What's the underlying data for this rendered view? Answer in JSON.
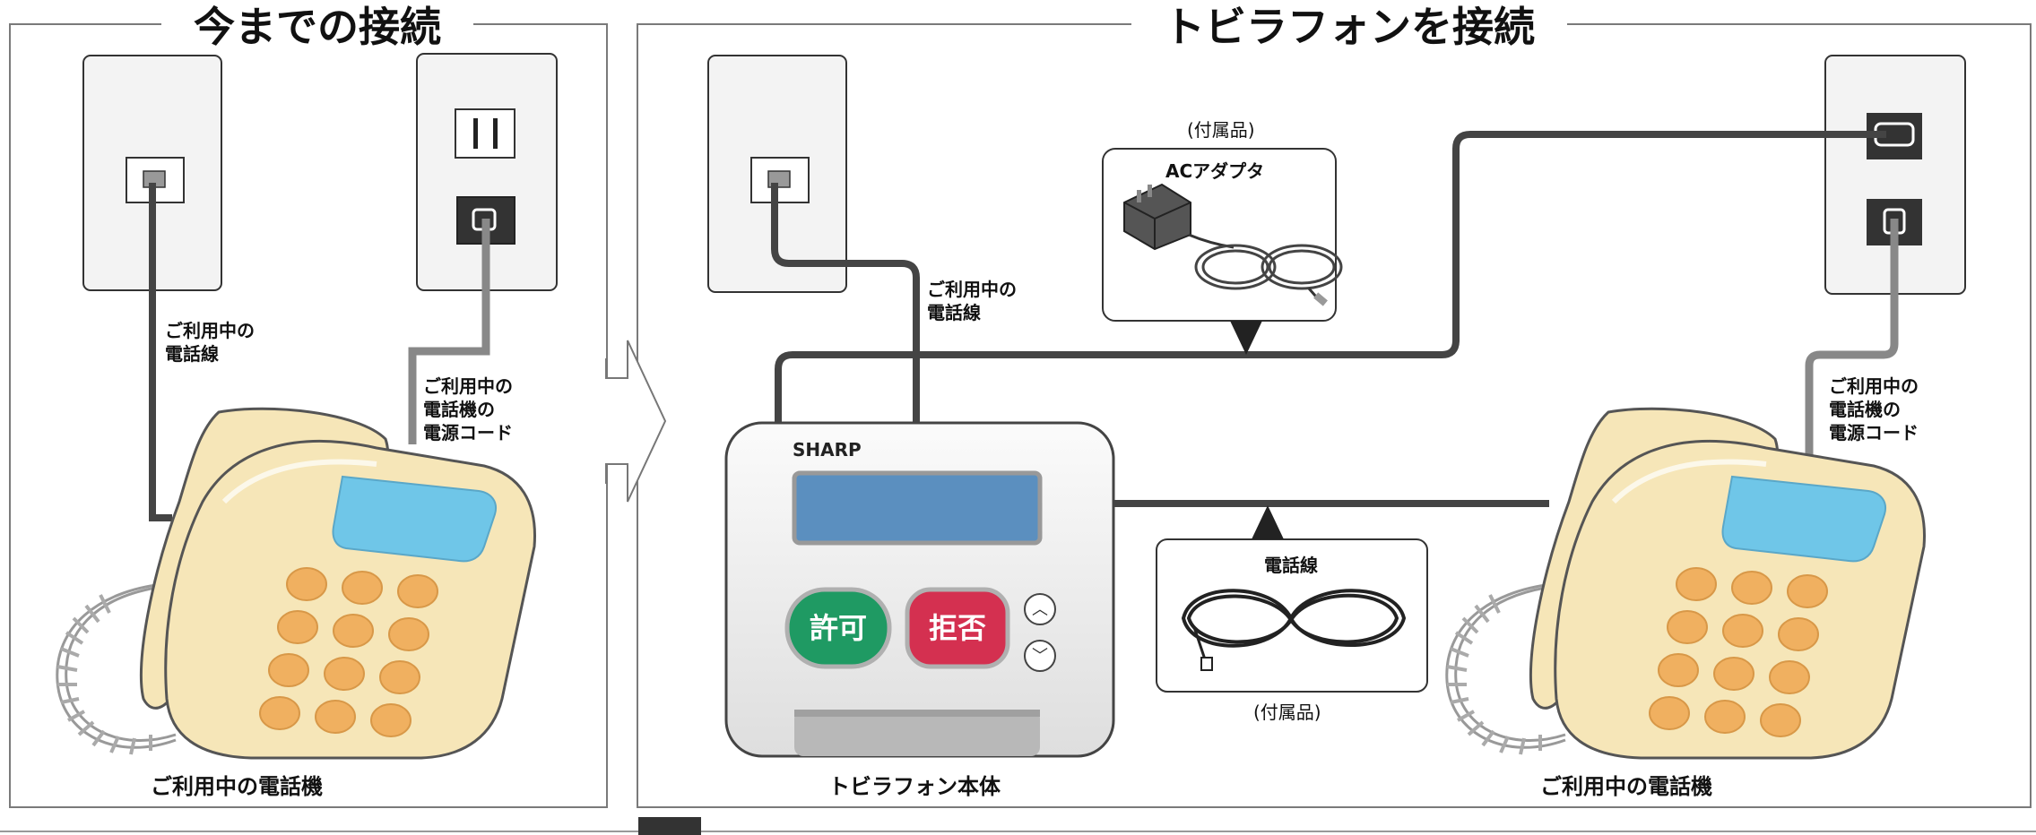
{
  "left_panel": {
    "title": "今までの接続",
    "line_label": "ご利用中の\n電話線",
    "power_label": "ご利用中の\n電話機の\n電源コード",
    "phone_caption": "ご利用中の電話機"
  },
  "right_panel": {
    "title": "トビラフォンを接続",
    "line_label": "ご利用中の\n電話線",
    "adapter_note": "(付属品)",
    "adapter_name": "ACアダプタ",
    "cable_name": "電話線",
    "cable_note": "(付属品)",
    "power_label": "ご利用中の\n電話機の\n電源コード",
    "device_caption": "トビラフォン本体",
    "phone_caption": "ご利用中の電話機"
  },
  "device": {
    "brand": "SHARP",
    "allow_label": "許可",
    "reject_label": "拒否",
    "up_symbol": "︿",
    "down_symbol": "﹀"
  },
  "colors": {
    "frame": "#7a7a7a",
    "cable": "#444444",
    "phone_body": "#f6e6b8",
    "keypad": "#f0b060",
    "screen": "#6fc6e8",
    "allow": "#1f9a63",
    "reject": "#d43050",
    "lcd": "#5b8fbf"
  }
}
